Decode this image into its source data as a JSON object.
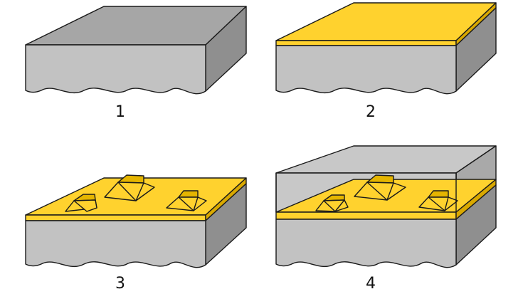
{
  "colors": {
    "substrate_top": "#a6a6a6",
    "substrate_front": "#c2c2c2",
    "substrate_side": "#8f8f8f",
    "film": "#ffd22e",
    "film_side": "#d9a800",
    "island_face": "#e5b500",
    "glass": "#c8c8c8",
    "outline": "#1a1a1a"
  },
  "panels": [
    {
      "label": "1"
    },
    {
      "label": "2"
    },
    {
      "label": "3"
    },
    {
      "label": "4"
    }
  ]
}
